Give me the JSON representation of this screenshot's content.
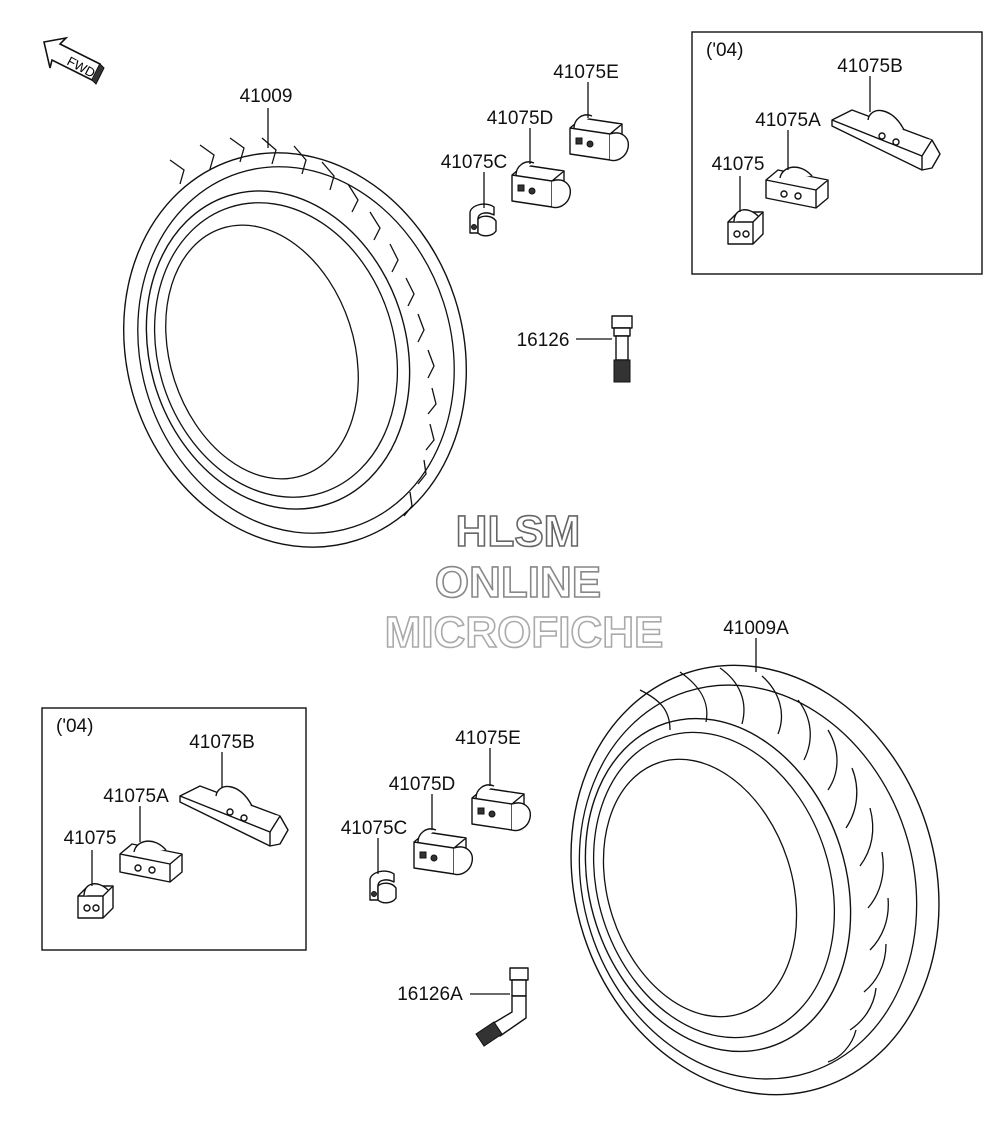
{
  "fwd_label": "FWD",
  "watermark": {
    "line1": "HLSM",
    "line2": "ONLINE",
    "line3": "MICROFICHE",
    "color": "#888888"
  },
  "parts": {
    "front_tire": "41009",
    "rear_tire": "41009A",
    "valve_front": "16126",
    "valve_rear": "16126A",
    "weight_c": "41075C",
    "weight_d": "41075D",
    "weight_e": "41075E",
    "weight_base": "41075",
    "weight_a": "41075A",
    "weight_b": "41075B"
  },
  "year_note": "('04)"
}
